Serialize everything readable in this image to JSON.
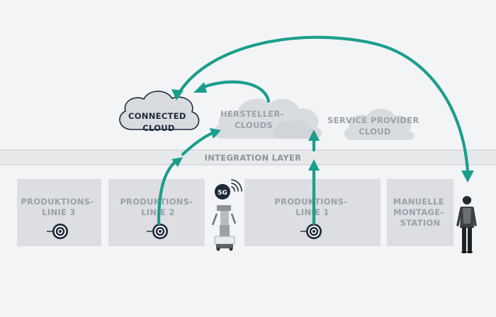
{
  "clouds": {
    "connected_cloud": [
      "CONNECTED",
      "CLOUD"
    ],
    "hersteller_clouds": [
      "HERSTELLER-",
      "CLOUDS"
    ],
    "service_provider_cloud": [
      "SERVICE PROVIDER",
      "CLOUD"
    ]
  },
  "integration_layer": "INTEGRATION LAYER",
  "stations": [
    {
      "id": "linie-3",
      "lines": [
        "PRODUKTIONS-",
        "LINIE 3"
      ]
    },
    {
      "id": "linie-2",
      "lines": [
        "PRODUKTIONS-",
        "LINIE 2"
      ]
    },
    {
      "id": "linie-1",
      "lines": [
        "PRODUKTIONS-",
        "LINIE 1"
      ]
    },
    {
      "id": "manuelle-montage",
      "lines": [
        "MANUELLE",
        "MONTAGE-",
        "STATION"
      ]
    }
  ],
  "robot_badge": "5G",
  "colors": {
    "accent": "#1a9e8c",
    "box": "#dcdee1",
    "cloud": "#d9dcdf",
    "label": "#9aa1a8",
    "dark": "#1e2a3a",
    "background": "#f3f4f6"
  },
  "icons": [
    "sensor-target-icon",
    "wifi-signal-icon",
    "robot-icon",
    "person-vr-headset-icon"
  ]
}
